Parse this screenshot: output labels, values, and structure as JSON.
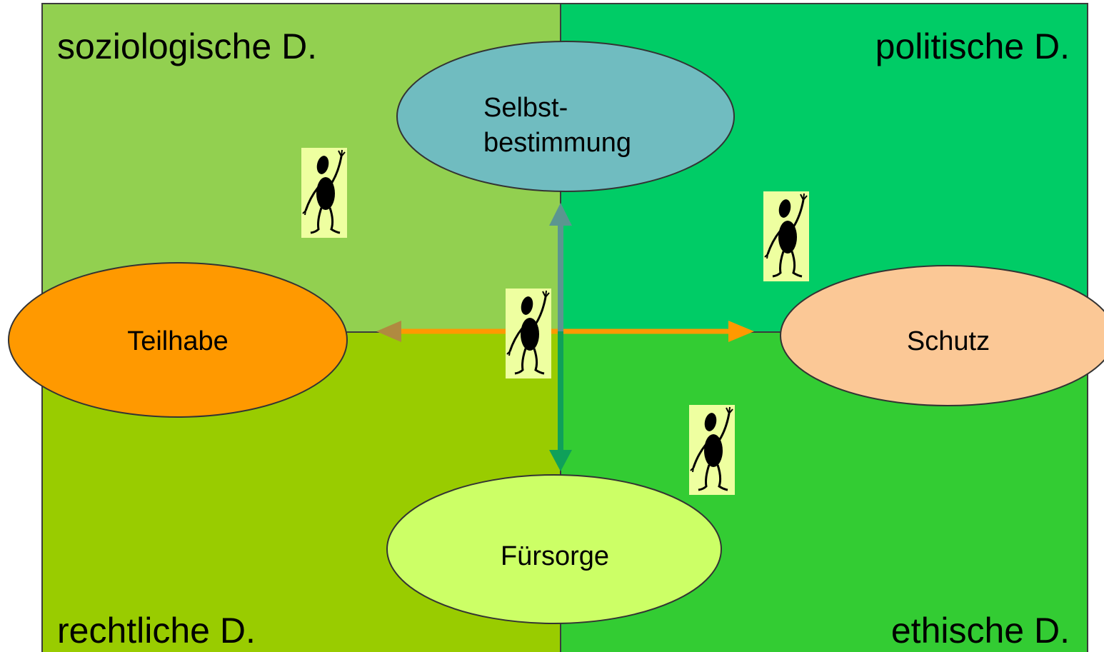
{
  "quadrants": {
    "top_left": {
      "label": "soziologische D.",
      "color": "#92D050"
    },
    "top_right": {
      "label": "politische D.",
      "color": "#00CC66"
    },
    "bottom_left": {
      "label": "rechtliche D.",
      "color": "#99CC00"
    },
    "bottom_right": {
      "label": "ethische D.",
      "color": "#33CC33"
    }
  },
  "nodes": {
    "selbstbestimmung": {
      "line1": "Selbst-",
      "line2": "bestimmung",
      "color": "#70BCC0"
    },
    "teilhabe": {
      "label": "Teilhabe",
      "color": "#FF9900"
    },
    "schutz": {
      "label": "Schutz",
      "color": "#FBC896"
    },
    "fuersorge": {
      "label": "Fürsorge",
      "color": "#CCFF66"
    }
  },
  "arrows": {
    "horizontal_color": "#FF9900",
    "up_color": "#5B9690",
    "down_color": "#0FA05A"
  },
  "figure_icon": {
    "icon": "waving-stick-figure-icon",
    "background": "#EEFFA0",
    "fill": "#000000"
  }
}
